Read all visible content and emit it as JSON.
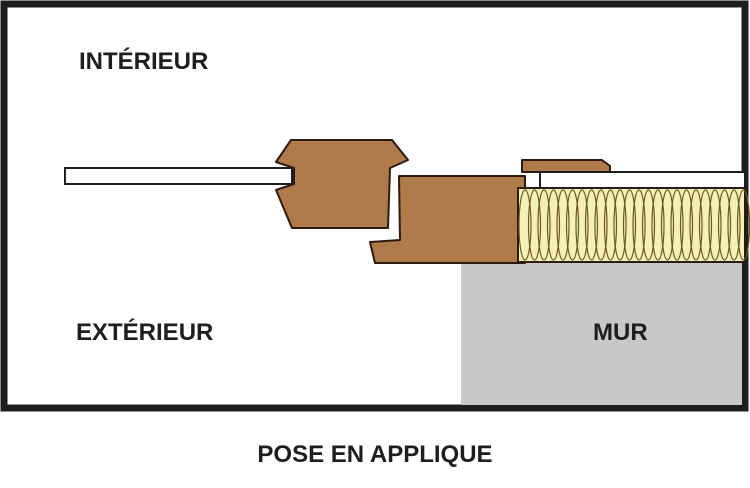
{
  "labels": {
    "interior": "INTÉRIEUR",
    "exterior": "EXTÉRIEUR",
    "wall": "MUR",
    "caption": "POSE EN APPLIQUE"
  },
  "colors": {
    "frame": "#1e1e1e",
    "wood": "#b07a4a",
    "wood_stroke": "#2a1a10",
    "wall": "#c8c8c8",
    "insulation": "#f5efb8",
    "glass": "#ffffff"
  }
}
